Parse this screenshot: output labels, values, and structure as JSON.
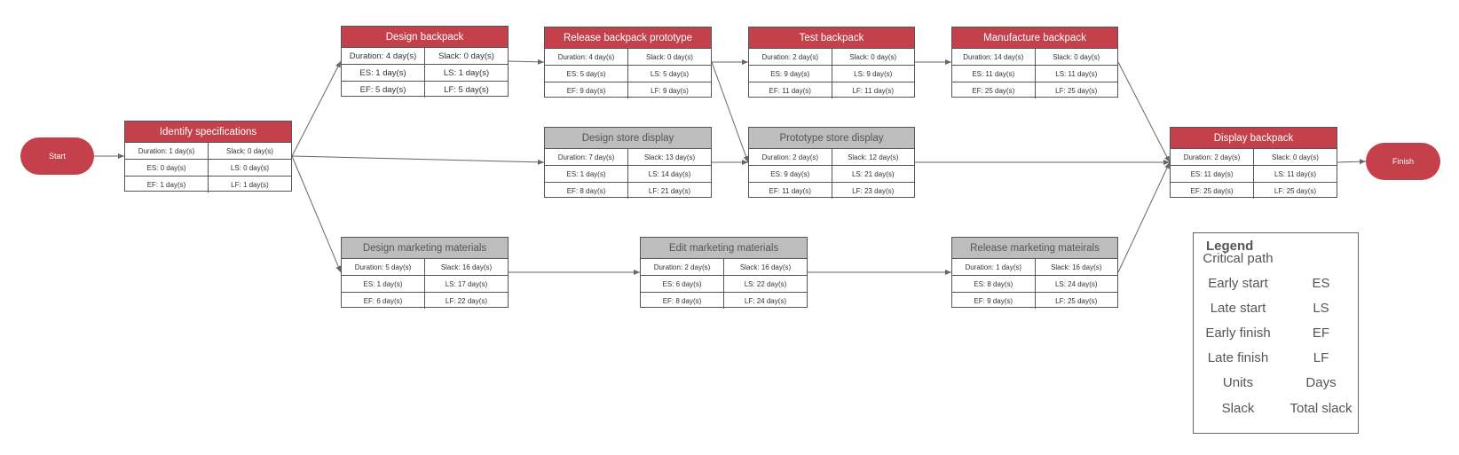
{
  "terminals": {
    "start": "Start",
    "finish": "Finish"
  },
  "nodes": {
    "identify": {
      "title": "Identify specifications",
      "critical": true,
      "rows": [
        [
          "Duration: 1  day(s)",
          "Slack: 0 day(s)"
        ],
        [
          "ES: 0 day(s)",
          "LS: 0 day(s)"
        ],
        [
          "EF: 1 day(s)",
          "LF: 1 day(s)"
        ]
      ]
    },
    "design_backpack": {
      "title": "Design backpack",
      "critical": true,
      "rows": [
        [
          "Duration: 4  day(s)",
          "Slack: 0 day(s)"
        ],
        [
          "ES: 1 day(s)",
          "LS: 1 day(s)"
        ],
        [
          "EF: 5 day(s)",
          "LF: 5 day(s)"
        ]
      ]
    },
    "release_prototype": {
      "title": "Release backpack prototype",
      "critical": true,
      "rows": [
        [
          "Duration: 4  day(s)",
          "Slack: 0 day(s)"
        ],
        [
          "ES: 5 day(s)",
          "LS: 5 day(s)"
        ],
        [
          "EF: 9 day(s)",
          "LF: 9 day(s)"
        ]
      ]
    },
    "test_backpack": {
      "title": "Test backpack",
      "critical": true,
      "rows": [
        [
          "Duration: 2  day(s)",
          "Slack: 0 day(s)"
        ],
        [
          "ES: 9 day(s)",
          "LS: 9 day(s)"
        ],
        [
          "EF: 11 day(s)",
          "LF: 11 day(s)"
        ]
      ]
    },
    "manufacture": {
      "title": "Manufacture backpack",
      "critical": true,
      "rows": [
        [
          "Duration: 14  day(s)",
          "Slack: 0 day(s)"
        ],
        [
          "ES: 11 day(s)",
          "LS: 11 day(s)"
        ],
        [
          "EF: 25 day(s)",
          "LF: 25 day(s)"
        ]
      ]
    },
    "design_store": {
      "title": "Design store display",
      "critical": false,
      "rows": [
        [
          "Duration: 7  day(s)",
          "Slack: 13 day(s)"
        ],
        [
          "ES: 1 day(s)",
          "LS: 14 day(s)"
        ],
        [
          "EF: 8 day(s)",
          "LF: 21 day(s)"
        ]
      ]
    },
    "prototype_store": {
      "title": "Prototype store display",
      "critical": false,
      "rows": [
        [
          "Duration: 2  day(s)",
          "Slack: 12 day(s)"
        ],
        [
          "ES: 9 day(s)",
          "LS: 21 day(s)"
        ],
        [
          "EF: 11 day(s)",
          "LF: 23 day(s)"
        ]
      ]
    },
    "display_backpack": {
      "title": "Display backpack",
      "critical": true,
      "rows": [
        [
          "Duration: 2  day(s)",
          "Slack: 0 day(s)"
        ],
        [
          "ES: 11 day(s)",
          "LS: 11 day(s)"
        ],
        [
          "EF: 25 day(s)",
          "LF: 25 day(s)"
        ]
      ]
    },
    "design_marketing": {
      "title": "Design marketing materials",
      "critical": false,
      "rows": [
        [
          "Duration: 5  day(s)",
          "Slack: 16 day(s)"
        ],
        [
          "ES: 1 day(s)",
          "LS: 17 day(s)"
        ],
        [
          "EF: 6 day(s)",
          "LF: 22 day(s)"
        ]
      ]
    },
    "edit_marketing": {
      "title": "Edit marketing materials",
      "critical": false,
      "rows": [
        [
          "Duration: 2  day(s)",
          "Slack: 16 day(s)"
        ],
        [
          "ES: 6 day(s)",
          "LS: 22 day(s)"
        ],
        [
          "EF: 8 day(s)",
          "LF: 24 day(s)"
        ]
      ]
    },
    "release_marketing": {
      "title": "Release marketing mateirals",
      "critical": false,
      "rows": [
        [
          "Duration: 1  day(s)",
          "Slack: 16 day(s)"
        ],
        [
          "ES: 8 day(s)",
          "LS: 24 day(s)"
        ],
        [
          "EF: 9 day(s)",
          "LF: 25 day(s)"
        ]
      ]
    }
  },
  "edges": [
    [
      "start",
      "identify"
    ],
    [
      "identify",
      "design_backpack"
    ],
    [
      "identify",
      "design_store"
    ],
    [
      "identify",
      "design_marketing"
    ],
    [
      "design_backpack",
      "release_prototype"
    ],
    [
      "release_prototype",
      "test_backpack"
    ],
    [
      "release_prototype",
      "prototype_store"
    ],
    [
      "test_backpack",
      "manufacture"
    ],
    [
      "design_store",
      "prototype_store"
    ],
    [
      "manufacture",
      "display_backpack"
    ],
    [
      "prototype_store",
      "display_backpack"
    ],
    [
      "design_marketing",
      "edit_marketing"
    ],
    [
      "edit_marketing",
      "release_marketing"
    ],
    [
      "release_marketing",
      "display_backpack"
    ],
    [
      "display_backpack",
      "finish"
    ]
  ],
  "legend": {
    "title": "Legend",
    "rows": [
      [
        "Critical path",
        ""
      ],
      [
        "Early start",
        "ES"
      ],
      [
        "Late start",
        "LS"
      ],
      [
        "Early finish",
        "EF"
      ],
      [
        "Late finish",
        "LF"
      ],
      [
        "Units",
        "Days"
      ],
      [
        "Slack",
        "Total slack"
      ]
    ]
  },
  "colors": {
    "critical": "#c4404a",
    "noncritical": "#bdbdbd",
    "line": "#666666"
  }
}
